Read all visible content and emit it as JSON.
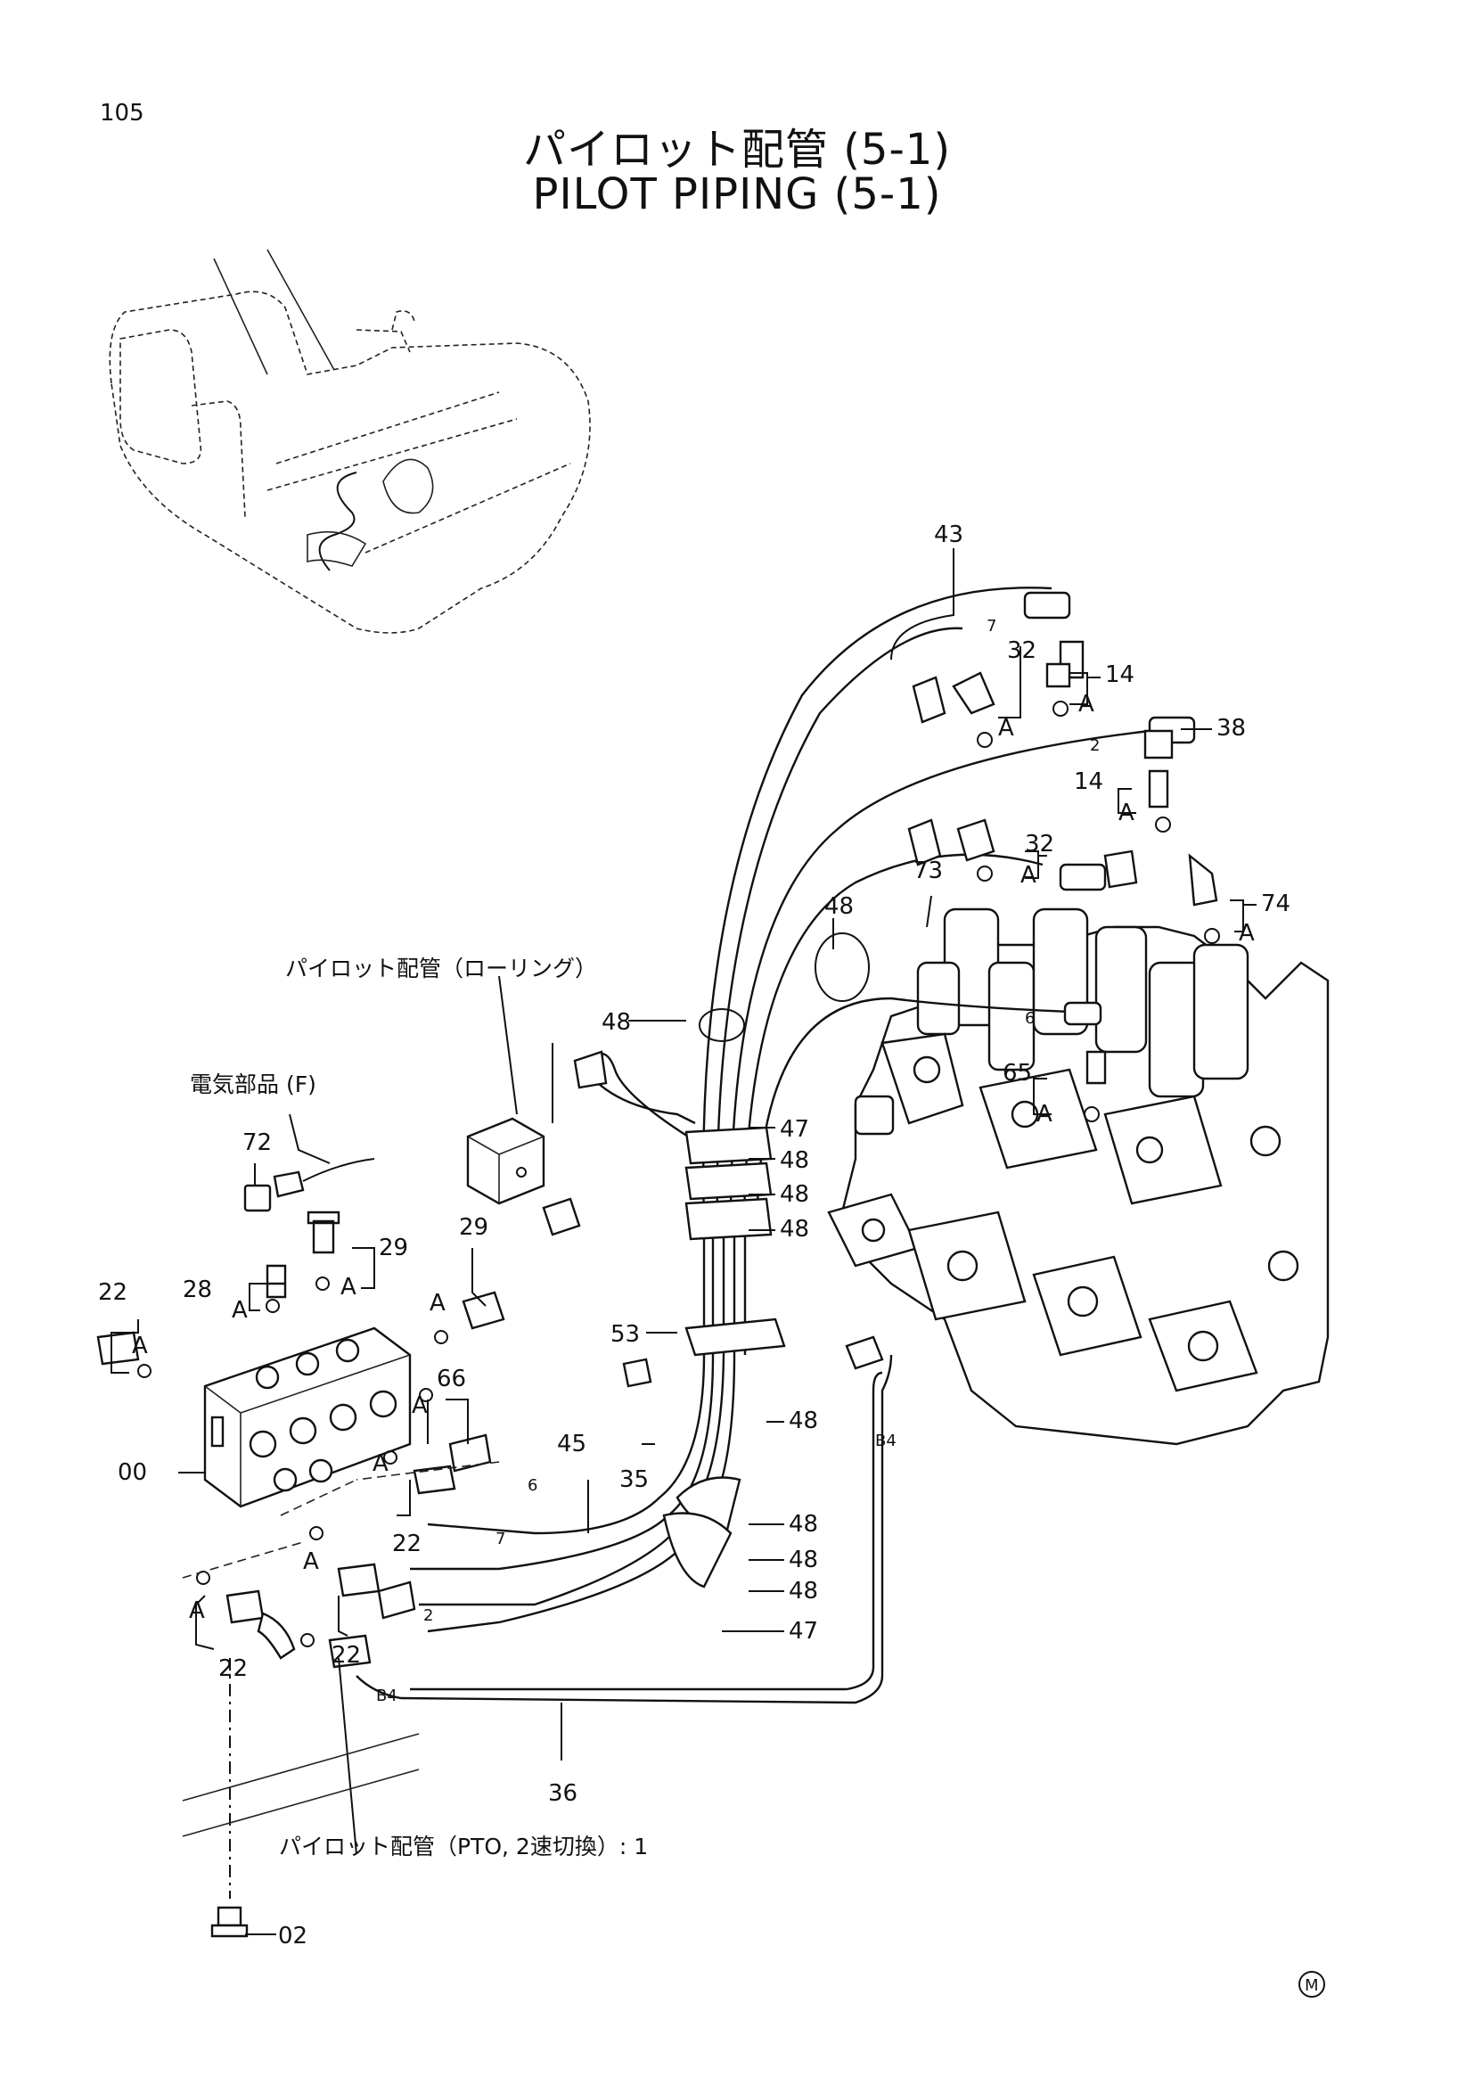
{
  "page_number": "105",
  "title_jp": "パイロット配管 (5-1)",
  "title_en": "PILOT PIPING (5-1)",
  "notes": {
    "rolling": "パイロット配管（ローリング）",
    "electrical": "電気部品 (F)",
    "pto": "パイロット配管（PTO, 2速切換）: 1"
  },
  "parts": {
    "p43": "43",
    "p32a": "32",
    "p14a": "14",
    "p38": "38",
    "p14b": "14",
    "p32b": "32",
    "p73": "73",
    "p74": "74",
    "p48a": "48",
    "p48b": "48",
    "p65": "65",
    "p47a": "47",
    "p48c": "48",
    "p48d": "48",
    "p48e": "48",
    "p72": "72",
    "p29a": "29",
    "p29b": "29",
    "p28": "28",
    "p22a": "22",
    "p53": "53",
    "p66": "66",
    "p00": "00",
    "p45": "45",
    "p35": "35",
    "p48f": "48",
    "p48g": "48",
    "p48h": "48",
    "p48i": "48",
    "p47b": "47",
    "p22b": "22",
    "p22c": "22",
    "p22d": "22",
    "p36": "36",
    "p02": "02"
  },
  "callout_letter": "A",
  "hose_marks": {
    "h7a": "7",
    "h2a": "2",
    "h6a": "6",
    "h6b": "6",
    "h7b": "7",
    "h2b": "2",
    "b4a": "B4",
    "b4b": "B4"
  },
  "footer_mark": "M"
}
